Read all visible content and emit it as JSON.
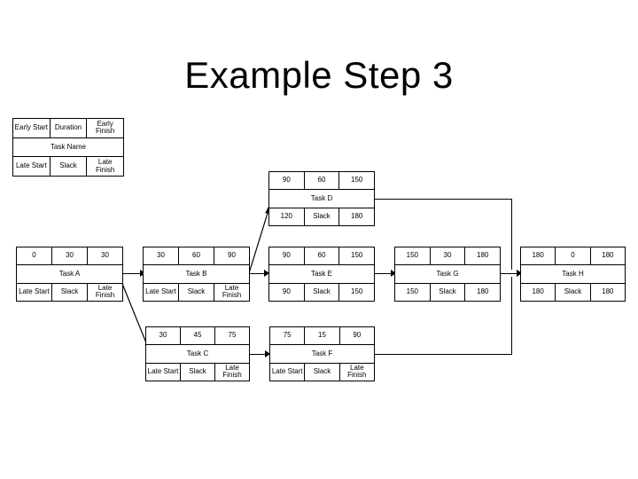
{
  "slide": {
    "title": "Example Step 3",
    "background": "#ffffff",
    "line_color": "#000000"
  },
  "legend": {
    "name": "node-key",
    "top_row": [
      "Early Start",
      "Duration",
      "Early Finish"
    ],
    "mid_row": "Task Name",
    "bottom_row": [
      "Late Start",
      "Slack",
      "Late Finish"
    ]
  },
  "nodes": [
    {
      "id": "task-a",
      "name": "Task A",
      "early_start": "0",
      "duration": "30",
      "early_finish": "30",
      "late_start": "Late Start",
      "slack": "Slack",
      "late_finish": "Late Finish"
    },
    {
      "id": "task-b",
      "name": "Task B",
      "early_start": "30",
      "duration": "60",
      "early_finish": "90",
      "late_start": "Late Start",
      "slack": "Slack",
      "late_finish": "Late Finish"
    },
    {
      "id": "task-c",
      "name": "Task C",
      "early_start": "30",
      "duration": "45",
      "early_finish": "75",
      "late_start": "Late Start",
      "slack": "Slack",
      "late_finish": "Late Finish"
    },
    {
      "id": "task-d",
      "name": "Task D",
      "early_start": "90",
      "duration": "60",
      "early_finish": "150",
      "late_start": "120",
      "slack": "Slack",
      "late_finish": "180"
    },
    {
      "id": "task-e",
      "name": "Task E",
      "early_start": "90",
      "duration": "60",
      "early_finish": "150",
      "late_start": "90",
      "slack": "Slack",
      "late_finish": "150"
    },
    {
      "id": "task-f",
      "name": "Task F",
      "early_start": "75",
      "duration": "15",
      "early_finish": "90",
      "late_start": "Late Start",
      "slack": "Slack",
      "late_finish": "Late Finish"
    },
    {
      "id": "task-g",
      "name": "Task G",
      "early_start": "150",
      "duration": "30",
      "early_finish": "180",
      "late_start": "150",
      "slack": "Slack",
      "late_finish": "180"
    },
    {
      "id": "task-h",
      "name": "Task H",
      "early_start": "180",
      "duration": "0",
      "early_finish": "180",
      "late_start": "180",
      "slack": "Slack",
      "late_finish": "180"
    }
  ],
  "chart_data": {
    "type": "diagram",
    "title": "Example Step 3",
    "subtype": "activity-on-node network diagram",
    "columns": [
      "Early Start",
      "Duration",
      "Early Finish",
      "Task Name",
      "Late Start",
      "Slack",
      "Late Finish"
    ],
    "tasks": [
      {
        "name": "Task A",
        "early_start": 0,
        "duration": 30,
        "early_finish": 30,
        "late_start": null,
        "late_finish": null
      },
      {
        "name": "Task B",
        "early_start": 30,
        "duration": 60,
        "early_finish": 90,
        "late_start": null,
        "late_finish": null
      },
      {
        "name": "Task C",
        "early_start": 30,
        "duration": 45,
        "early_finish": 75,
        "late_start": null,
        "late_finish": null
      },
      {
        "name": "Task D",
        "early_start": 90,
        "duration": 60,
        "early_finish": 150,
        "late_start": 120,
        "late_finish": 180
      },
      {
        "name": "Task E",
        "early_start": 90,
        "duration": 60,
        "early_finish": 150,
        "late_start": 90,
        "late_finish": 150
      },
      {
        "name": "Task F",
        "early_start": 75,
        "duration": 15,
        "early_finish": 90,
        "late_start": null,
        "late_finish": null
      },
      {
        "name": "Task G",
        "early_start": 150,
        "duration": 30,
        "early_finish": 180,
        "late_start": 150,
        "late_finish": 180
      },
      {
        "name": "Task H",
        "early_start": 180,
        "duration": 0,
        "early_finish": 180,
        "late_start": 180,
        "late_finish": 180
      }
    ],
    "edges": [
      {
        "from": "Task A",
        "to": "Task B"
      },
      {
        "from": "Task A",
        "to": "Task C"
      },
      {
        "from": "Task B",
        "to": "Task D"
      },
      {
        "from": "Task B",
        "to": "Task E"
      },
      {
        "from": "Task C",
        "to": "Task F"
      },
      {
        "from": "Task D",
        "to": "Task H"
      },
      {
        "from": "Task E",
        "to": "Task G"
      },
      {
        "from": "Task F",
        "to": "Task H"
      },
      {
        "from": "Task G",
        "to": "Task H"
      }
    ]
  }
}
